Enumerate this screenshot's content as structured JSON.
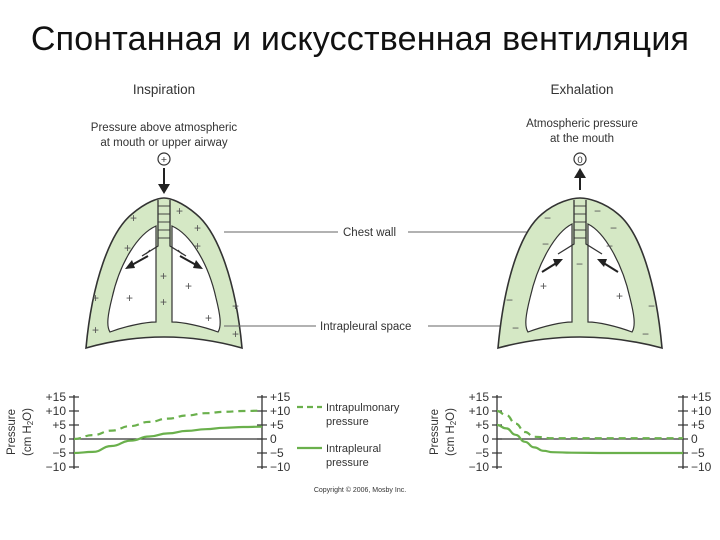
{
  "title": "Спонтанная и искусственная вентиляция",
  "panels": {
    "inspiration": {
      "heading": "Inspiration",
      "note_line1": "Pressure above atmospheric",
      "note_line2": "at mouth or upper airway",
      "symbol": "+"
    },
    "exhalation": {
      "heading": "Exhalation",
      "note_line1": "Atmospheric pressure",
      "note_line2": "at the mouth",
      "symbol": "0"
    }
  },
  "callouts": {
    "chest_wall": "Chest wall",
    "intrapleural_space": "Intrapleural space"
  },
  "charts": {
    "y_label": "Pressure",
    "y_unit_prefix": "(cm H",
    "y_unit_sub": "2",
    "y_unit_suffix": "O)",
    "tick_labels": [
      "+15",
      "+10",
      "+5",
      "0",
      "−5",
      "−10"
    ]
  },
  "legend": {
    "intrapulmonary_line1": "Intrapulmonary",
    "intrapulmonary_line2": "pressure",
    "intrapleural_line1": "Intrapleural",
    "intrapleural_line2": "pressure"
  },
  "copyright": "Copyright © 2006, Mosby Inc.",
  "colors": {
    "pleura_fill": "#d5e8c5",
    "curve_green": "#6ab04c",
    "outline": "#333333"
  },
  "chart_data": [
    {
      "type": "line",
      "name": "inspiration",
      "ylim": [
        -10,
        15
      ],
      "series": [
        {
          "name": "Intrapulmonary pressure",
          "style": "dashed",
          "x": [
            0,
            0.1,
            0.2,
            0.3,
            0.4,
            0.5,
            0.6,
            0.7,
            0.8,
            0.9,
            1.0
          ],
          "y": [
            0,
            1.4,
            3.0,
            4.6,
            6.1,
            7.3,
            8.4,
            9.2,
            9.7,
            10.0,
            10.1
          ]
        },
        {
          "name": "Intrapleural pressure",
          "style": "solid",
          "x": [
            0,
            0.1,
            0.2,
            0.3,
            0.4,
            0.5,
            0.6,
            0.7,
            0.8,
            0.9,
            1.0
          ],
          "y": [
            -5,
            -4.6,
            -2.5,
            -0.6,
            0.9,
            2.0,
            2.9,
            3.5,
            4.0,
            4.3,
            4.4
          ]
        }
      ]
    },
    {
      "type": "line",
      "name": "exhalation",
      "ylim": [
        -10,
        15
      ],
      "series": [
        {
          "name": "Intrapulmonary pressure",
          "style": "dashed",
          "x": [
            0,
            0.05,
            0.1,
            0.15,
            0.2,
            0.3,
            0.5,
            1.0
          ],
          "y": [
            10,
            8.5,
            5.5,
            2.5,
            0.8,
            0.3,
            0.3,
            0.3
          ]
        },
        {
          "name": "Intrapleural pressure",
          "style": "solid",
          "x": [
            0,
            0.05,
            0.1,
            0.15,
            0.2,
            0.25,
            0.3,
            0.4,
            0.6,
            1.0
          ],
          "y": [
            5,
            3.8,
            1.5,
            -1.0,
            -3.0,
            -4.2,
            -4.7,
            -4.9,
            -5.0,
            -5.0
          ]
        }
      ]
    }
  ]
}
